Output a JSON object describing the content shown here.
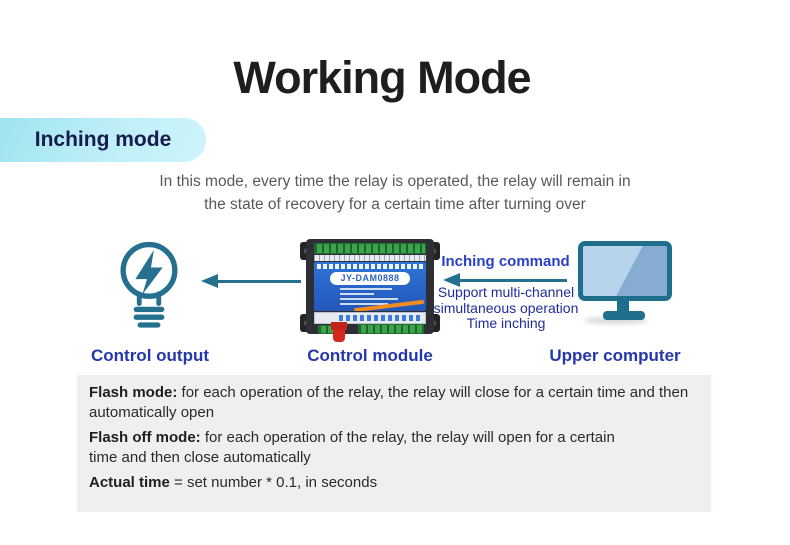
{
  "header": {
    "title": "Working Mode",
    "badge": "Inching mode"
  },
  "intro": {
    "line1": "In this mode, every time the relay is operated, the relay will remain in",
    "line2": "the state of recovery for a certain time after turning over"
  },
  "diagram": {
    "labels": {
      "control_output": "Control output",
      "control_module": "Control module",
      "upper_computer": "Upper computer"
    },
    "module_model": "JY-DAM0888",
    "inching_command": "Inching command",
    "support_lines": [
      "Support multi-channel",
      "simultaneous operation",
      "Time inching"
    ]
  },
  "notes": {
    "items": [
      {
        "label": "Flash mode:",
        "text": "for each operation of the relay, the relay will close for a certain time and then automatically open"
      },
      {
        "label": "Flash off mode:",
        "text": "for each operation of the relay, the relay will open for a certain time and then close automatically"
      },
      {
        "label": "Actual time",
        "text": "= set number * 0.1, in seconds"
      }
    ]
  },
  "colors": {
    "accent_teal": "#25708f",
    "label_blue": "#2438ac",
    "command_blue": "#2a3fc4",
    "badge_gradient_start": "#9fe4ee",
    "badge_gradient_end": "#cdf4fb",
    "badge_text": "#171b4e",
    "notes_bg": "#f0efee",
    "module_panel_blue": "#2a62c8",
    "terminal_green": "#3aa44a",
    "antenna_red": "#d5281c",
    "stripe_orange": "#f08c1e"
  }
}
